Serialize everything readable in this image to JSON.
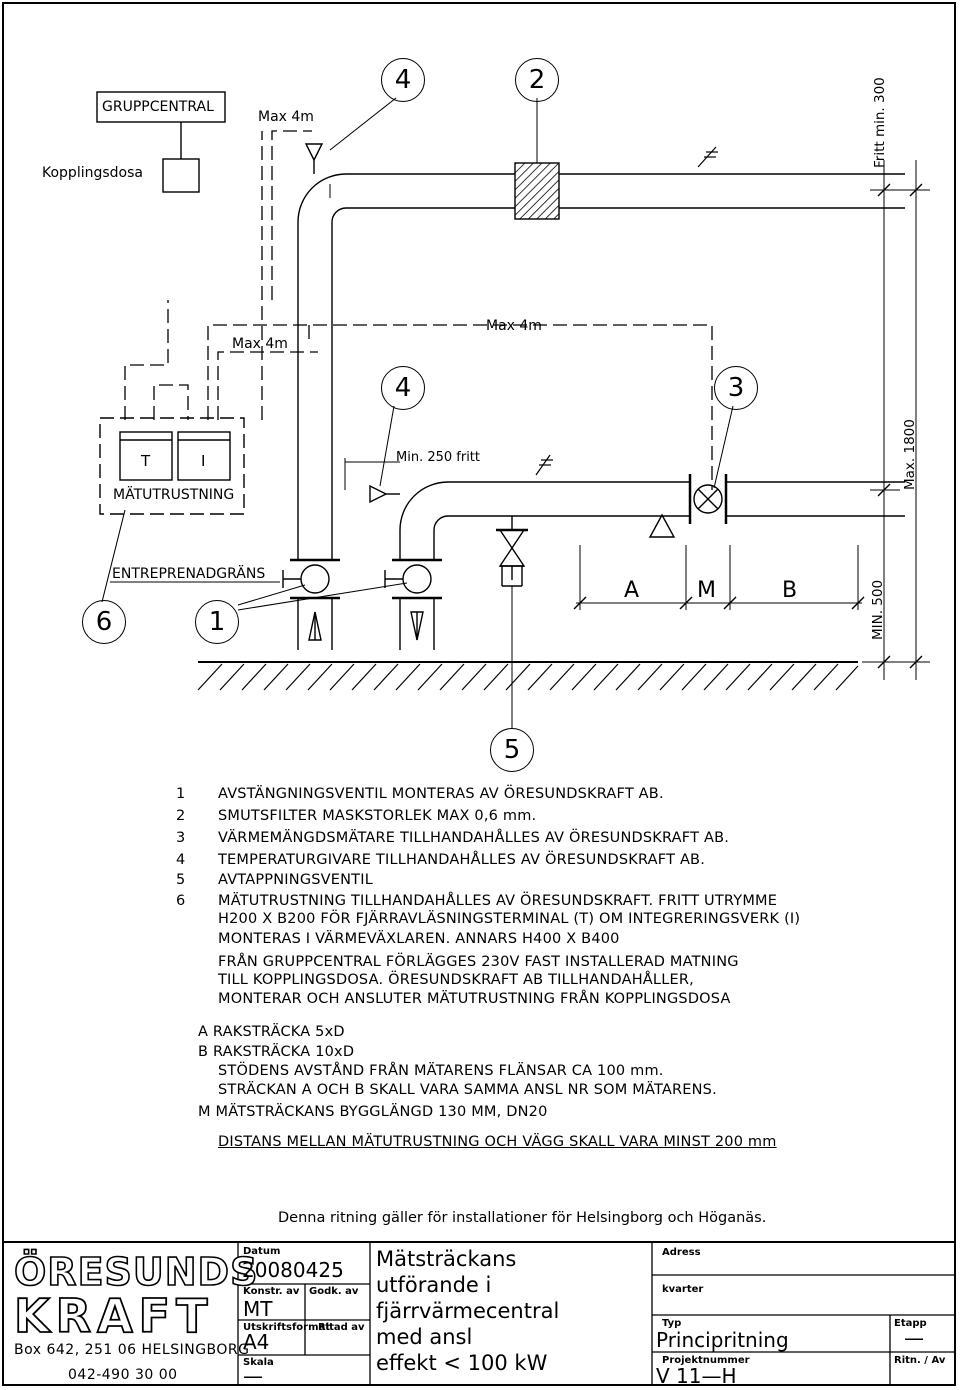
{
  "callouts": {
    "c1": "1",
    "c2": "2",
    "c3": "3",
    "c4a": "4",
    "c4b": "4",
    "c5": "5",
    "c6": "6"
  },
  "labels": {
    "gruppcentral": "GRUPPCENTRAL",
    "kopplingsdosa": "Kopplingsdosa",
    "max4m_top": "Max 4m",
    "max4m_mid": "Max 4m",
    "max4m_right": "Max 4m",
    "min250": "Min. 250 fritt",
    "t": "T",
    "i": "I",
    "matutrustning": "MÄTUTRUSTNING",
    "entreprenadgrans": "ENTREPRENADGRÄNS",
    "a": "A",
    "m": "M",
    "b": "B",
    "fritt_min_300": "Fritt min. 300",
    "max_1800": "Max. 1800",
    "min_500": "MIN. 500"
  },
  "notes": [
    {
      "num": "1",
      "text": "AVSTÄNGNINGSVENTIL MONTERAS AV ÖRESUNDSKRAFT AB."
    },
    {
      "num": "2",
      "text": "SMUTSFILTER MASKSTORLEK MAX 0,6 mm."
    },
    {
      "num": "3",
      "text": "VÄRMEMÄNGDSMÄTARE TILLHANDAHÅLLES AV ÖRESUNDSKRAFT AB."
    },
    {
      "num": "4",
      "text": "TEMPERATURGIVARE TILLHANDAHÅLLES AV ÖRESUNDSKRAFT AB."
    },
    {
      "num": "5",
      "text": "AVTAPPNINGSVENTIL"
    },
    {
      "num": "6",
      "text": "MÄTUTRUSTNING TILLHANDAHÅLLES AV ÖRESUNDSKRAFT. FRITT UTRYMME"
    }
  ],
  "note6_cont": [
    "H200 X B200 FÖR FJÄRRAVLÄSNINGSTERMINAL (T) OM INTEGRERINGSVERK (I)",
    "MONTERAS I VÄRMEVÄXLAREN. ANNARS H400 X B400",
    "FRÅN GRUPPCENTRAL FÖRLÄGGES 230V FAST INSTALLERAD MATNING",
    "TILL KOPPLINGSDOSA. ÖRESUNDSKRAFT AB TILLHANDAHÅLLER,",
    "MONTERAR OCH ANSLUTER MÄTUTRUSTNING FRÅN KOPPLINGSDOSA"
  ],
  "ab_notes": {
    "a": "A RAKSTRÄCKA 5xD",
    "b": "B RAKSTRÄCKA 10xD",
    "b2": "STÖDENS AVSTÅND FRÅN MÄTARENS FLÄNSAR CA 100 mm.",
    "b3": "STRÄCKAN A OCH B SKALL VARA SAMMA ANSL NR SOM MÄTARENS.",
    "m": "M MÄTSTRÄCKANS BYGGLÄNGD 130 MM, DN20",
    "distans": "DISTANS MELLAN MÄTUTRUSTNING OCH VÄGG SKALL VARA MINST 200 mm"
  },
  "validity": "Denna ritning gäller för installationer för Helsingborg och Höganäs.",
  "titleblock": {
    "logo_line1": "ÖRESUNDS",
    "logo_line2": "KRAFT",
    "address": "Box 642, 251 06 HELSINGBORG",
    "phone": "042-490 30 00",
    "datum_label": "Datum",
    "datum": "20080425",
    "konstr_label": "Konstr. av",
    "konstr": "MT",
    "godk_label": "Godk. av",
    "utskr_label": "Utskriftsformat",
    "utskr": "A4",
    "ritad_label": "Ritad av",
    "skala_label": "Skala",
    "skala": "—",
    "title_lines": [
      "Mätsträckans",
      "utförande i",
      "fjärrvärmecentral",
      "med ansl",
      "effekt < 100 kW"
    ],
    "adress_label": "Adress",
    "kvarter_label": "kvarter",
    "typ_label": "Typ",
    "typ": "Principritning",
    "etapp_label": "Etapp",
    "etapp": "—",
    "projnr_label": "Projektnummer",
    "projnr": "V 11—H",
    "ritn_label": "Ritn. / Av"
  }
}
